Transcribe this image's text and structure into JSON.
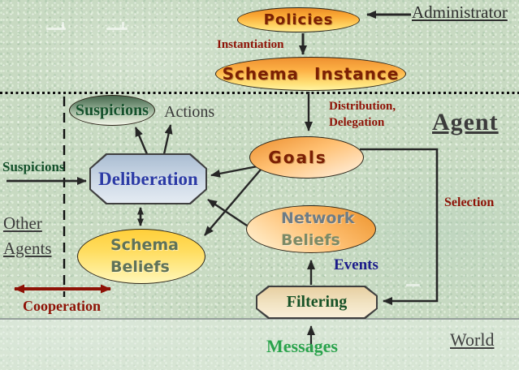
{
  "diagram": {
    "title_context": "Agent architecture diagram",
    "regions": {
      "administrator": "Administrator",
      "agent": "Agent",
      "other_line1": "Other",
      "other_line2": "Agents",
      "world": "World"
    },
    "nodes": {
      "policies": {
        "label": "Policies",
        "shape": "ellipse"
      },
      "schema_instance": {
        "label": "Schema Instance",
        "shape": "ellipse"
      },
      "suspicions": {
        "label": "Suspicions",
        "shape": "ellipse"
      },
      "goals": {
        "label": "Goals",
        "shape": "ellipse"
      },
      "deliberation": {
        "label": "Deliberation",
        "shape": "octagon"
      },
      "schema_beliefs": {
        "line1": "Schema",
        "line2": "Beliefs",
        "shape": "ellipse"
      },
      "network_beliefs": {
        "line1": "Network",
        "line2": "Beliefs",
        "shape": "ellipse"
      },
      "filtering": {
        "label": "Filtering",
        "shape": "octagon"
      }
    },
    "annotations": {
      "instantiation": "Instantiation",
      "distribution_line1": "Distribution,",
      "distribution_line2": "Delegation",
      "actions": "Actions",
      "suspicions_flow": "Suspicions",
      "selection": "Selection",
      "events": "Events",
      "cooperation": "Cooperation",
      "messages": "Messages"
    },
    "colors": {
      "background_green": "#c8dac2",
      "annotation_red": "#8e1206",
      "node_text_maroon": "#7b2004",
      "deliberation_blue": "#2b3aa5",
      "suspicion_green": "#14512b",
      "filtering_green": "#175227",
      "events_navy": "#1c1c8a",
      "messages_green": "#2aa34c",
      "region_text_gray": "#3b3b3b",
      "beliefs_text_green": "#5f7258",
      "network_text_gray": "#6e7c85",
      "arrow_black": "#262626",
      "world_line_gray": "#97a09c"
    }
  }
}
